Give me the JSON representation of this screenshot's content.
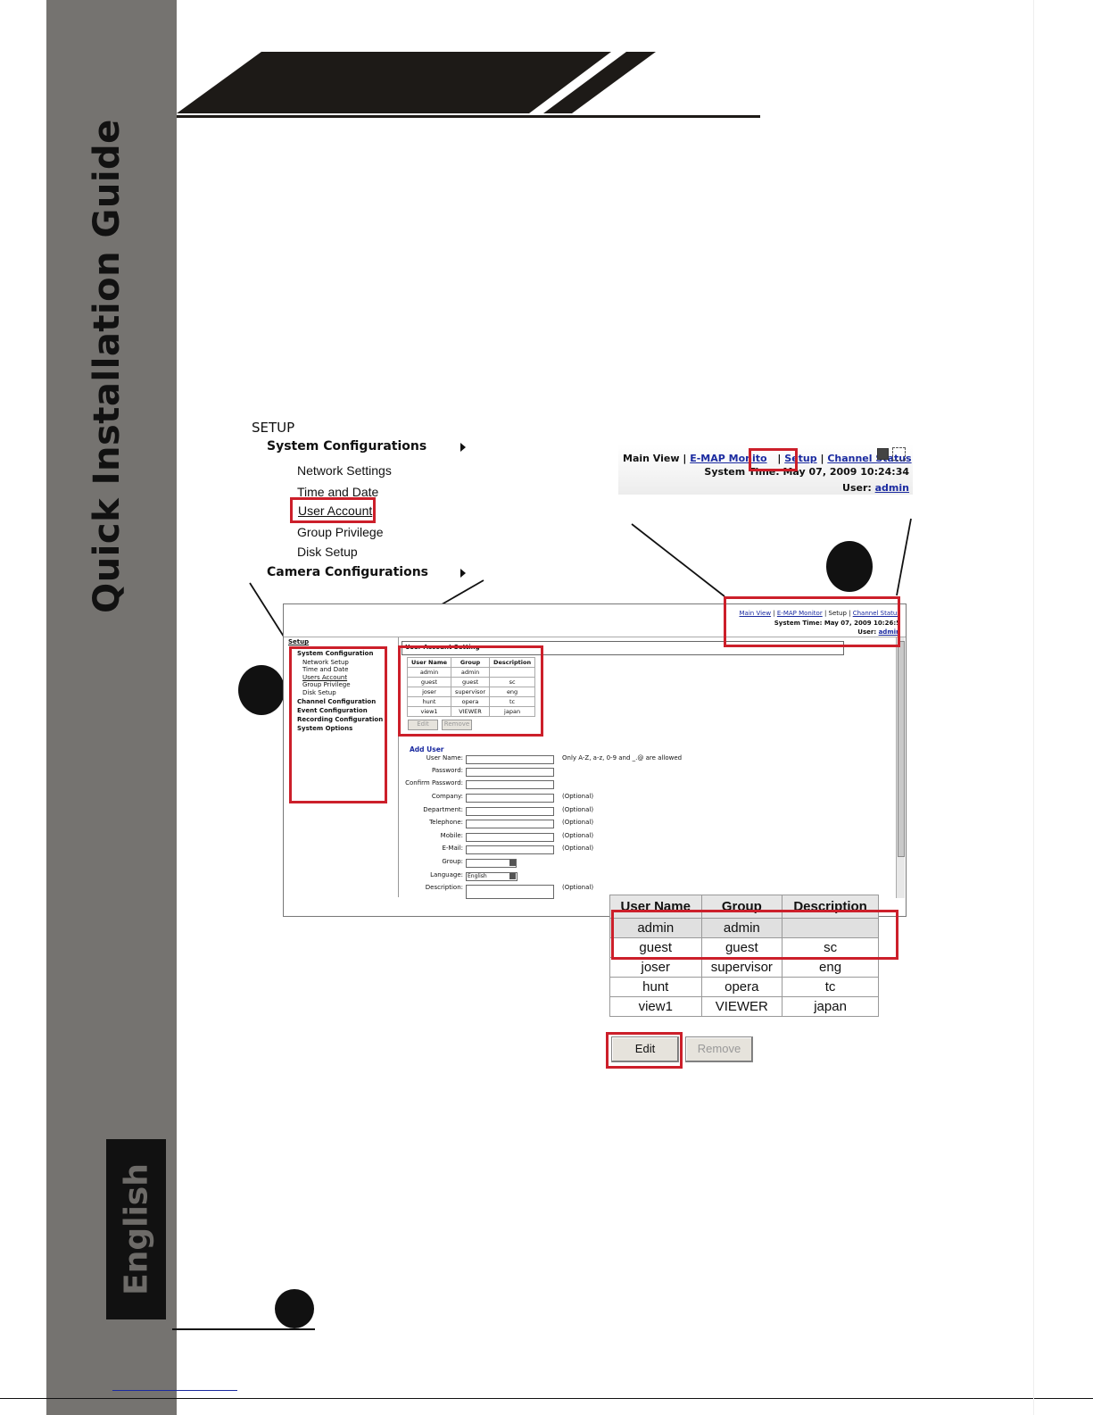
{
  "guide_title": "Quick Installation Guide",
  "language_label": "English",
  "setup_menu": {
    "title": "SETUP",
    "sections": [
      {
        "label": "System Configurations",
        "items": [
          "Network Settings",
          "Time and Date",
          "User Account",
          "Group Privilege",
          "Disk Setup"
        ]
      },
      {
        "label": "Camera Configurations",
        "items": []
      }
    ],
    "highlighted_item": "User Account"
  },
  "top_nav_zoom": {
    "items": [
      "Main View",
      "E-MAP Monito",
      "Setup",
      "Channel Status"
    ],
    "highlighted": "Setup",
    "system_time_label": "System Time:",
    "system_time_value": "May 07, 2009 10:24:34",
    "user_label": "User:",
    "user_value": "admin"
  },
  "screenshot": {
    "nav": {
      "items": [
        "Main View",
        "E-MAP Monitor",
        "Setup",
        "Channel Status"
      ],
      "system_time": "System Time: May 07, 2009 10:26:5",
      "user_label": "User:",
      "user_value": "admin"
    },
    "left_menu": {
      "title": "Setup",
      "items": [
        "System Configuration",
        "Network Setup",
        "Time and Date",
        "Users Account",
        "Group Privilege",
        "Disk Setup",
        "Channel Configuration",
        "Event Configuration",
        "Recording Configuration",
        "System Options"
      ]
    },
    "panel_title": "User Account Setting",
    "add_user": {
      "title": "Add User",
      "fields": [
        "User Name:",
        "Password:",
        "Confirm Password:",
        "Company:",
        "Department:",
        "Telephone:",
        "Mobile:",
        "E-Mail:",
        "Group:",
        "Language:",
        "Description:"
      ],
      "username_hint": "Only A-Z, a-z, 0-9 and _.@ are allowed",
      "optional_label": "(Optional)",
      "language_value": "English"
    }
  },
  "user_table": {
    "columns": [
      "User Name",
      "Group",
      "Description"
    ],
    "rows": [
      [
        "admin",
        "admin",
        ""
      ],
      [
        "guest",
        "guest",
        "sc"
      ],
      [
        "joser",
        "supervisor",
        "eng"
      ],
      [
        "hunt",
        "opera",
        "tc"
      ],
      [
        "view1",
        "VIEWER",
        "japan"
      ]
    ],
    "edit_label": "Edit",
    "remove_label": "Remove"
  },
  "colors": {
    "highlight_red": "#cc1f2a",
    "sidebar_gray": "#757370",
    "link_blue": "#1a2aa0"
  }
}
